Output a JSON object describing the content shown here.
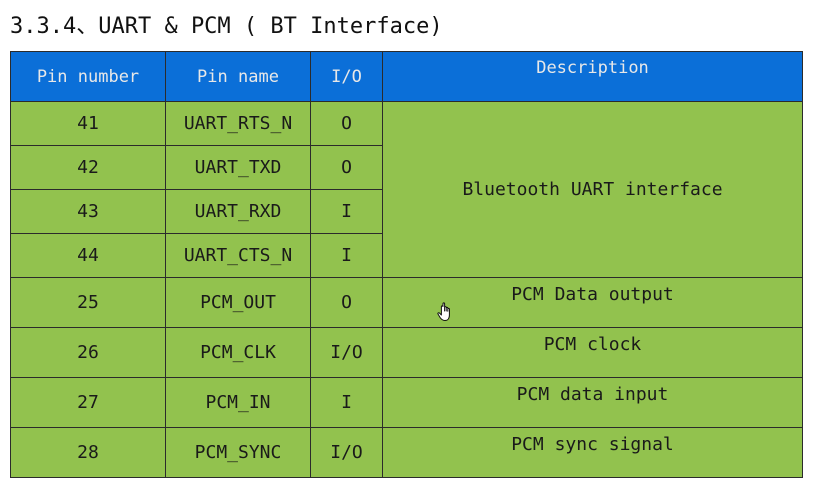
{
  "heading": "3.3.4、UART & PCM ( BT Interface)",
  "columns": {
    "pin_number": "Pin number",
    "pin_name": "Pin name",
    "io": "I/O",
    "description": "Description"
  },
  "rows": [
    {
      "pin_number": "41",
      "pin_name": "UART_RTS_N",
      "io": "O"
    },
    {
      "pin_number": "42",
      "pin_name": "UART_TXD",
      "io": "O"
    },
    {
      "pin_number": "43",
      "pin_name": "UART_RXD",
      "io": "I"
    },
    {
      "pin_number": "44",
      "pin_name": "UART_CTS_N",
      "io": "I"
    },
    {
      "pin_number": "25",
      "pin_name": "PCM_OUT",
      "io": "O",
      "description": "PCM Data output"
    },
    {
      "pin_number": "26",
      "pin_name": "PCM_CLK",
      "io": "I/O",
      "description": "PCM clock"
    },
    {
      "pin_number": "27",
      "pin_name": "PCM_IN",
      "io": "I",
      "description": "PCM data input"
    },
    {
      "pin_number": "28",
      "pin_name": "PCM_SYNC",
      "io": "I/O",
      "description": "PCM sync signal"
    }
  ],
  "uart_group_description": "Bluetooth UART interface",
  "colors": {
    "header_bg": "#0b6fd8",
    "cell_bg": "#92c24e"
  },
  "cursor_icon": "hand-pointer-icon"
}
